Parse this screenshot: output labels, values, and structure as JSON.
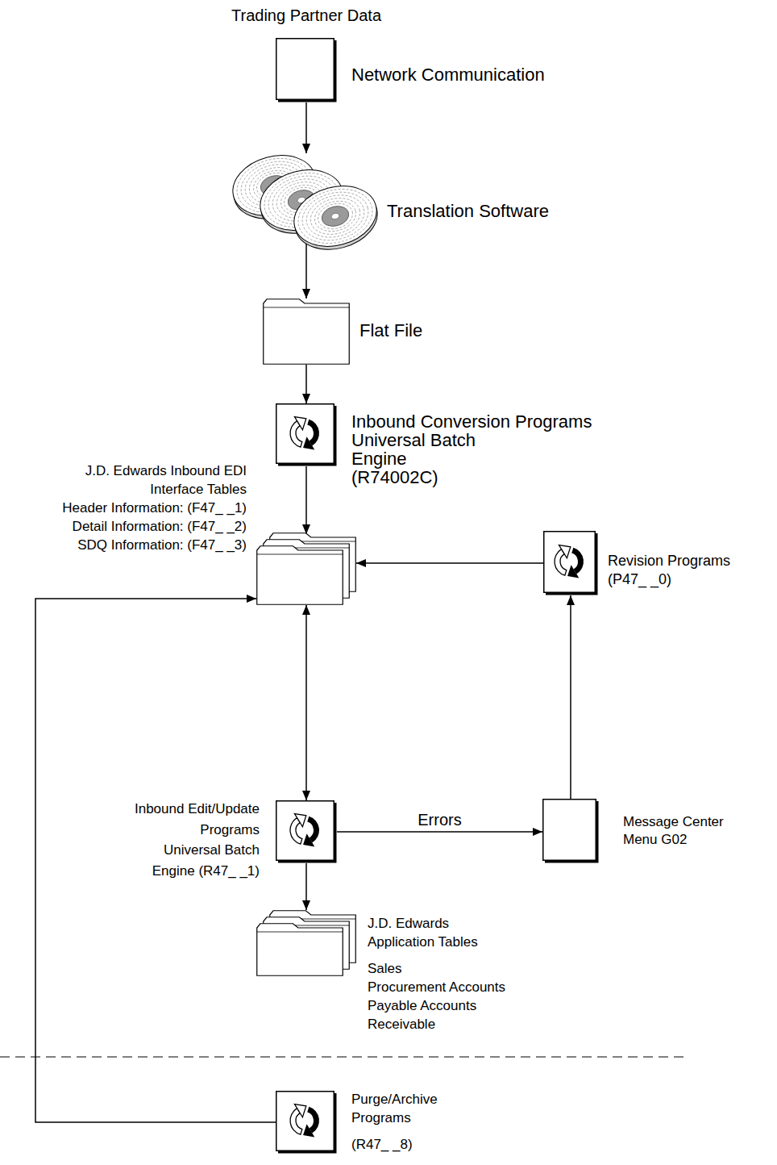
{
  "diagram": {
    "title": "Trading Partner Data",
    "nodes": [
      {
        "text": [
          "Network Communication"
        ]
      },
      {
        "text": [
          "Translation Software"
        ]
      },
      {
        "text": [
          "Flat File"
        ]
      },
      {
        "text": [
          "Inbound Conversion Programs",
          "Universal Batch Engine (R74002C)"
        ]
      },
      {
        "text": [
          "J.D. Edwards Inbound EDI Interface Tables",
          "Header Information: (F47_ _1)",
          "Detail Information: (F47_ _2)",
          "SDQ Information: (F47_ _3)"
        ]
      },
      {
        "text": [
          "Revision Programs (P47_ _0)"
        ]
      },
      {
        "text": [
          "Inbound Edit/Update Programs",
          "Universal Batch Engine (R47_ _1)"
        ]
      },
      {
        "text": [
          "Message Center Menu G02"
        ]
      },
      {
        "text": [
          "J.D. Edwards Application Tables",
          "Sales",
          "Procurement Accounts",
          "Payable Accounts",
          "Receivable"
        ]
      },
      {
        "text": [
          "Purge/Archive Programs",
          "(R47_ _8)"
        ]
      }
    ],
    "edges": [
      {
        "from": 0,
        "to": 1,
        "arrow": "to"
      },
      {
        "from": 1,
        "to": 2,
        "arrow": "to"
      },
      {
        "from": 2,
        "to": 3,
        "arrow": "to"
      },
      {
        "from": 3,
        "to": 4,
        "arrow": "to"
      },
      {
        "from": 4,
        "to": 6,
        "arrow": "both"
      },
      {
        "from": 6,
        "to": 7,
        "label": "Errors",
        "arrow": "to"
      },
      {
        "from": 7,
        "to": 5,
        "arrow": "to"
      },
      {
        "from": 5,
        "to": 4,
        "arrow": "to"
      },
      {
        "from": 6,
        "to": 8,
        "arrow": "to"
      },
      {
        "from": 9,
        "to": 4,
        "arrow": "to"
      }
    ]
  }
}
